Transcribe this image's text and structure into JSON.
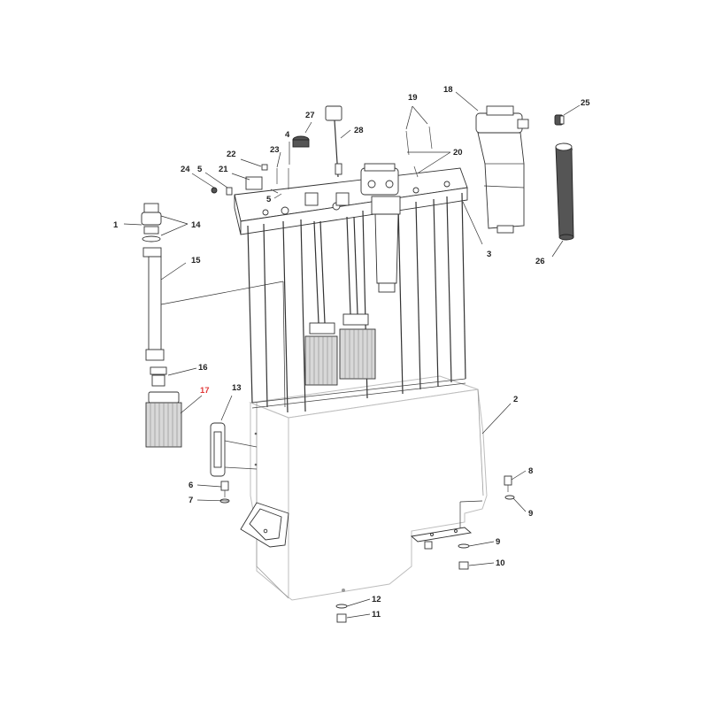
{
  "diagram": {
    "callouts": [
      {
        "id": "c1",
        "text": "1"
      },
      {
        "id": "c2",
        "text": "2"
      },
      {
        "id": "c3",
        "text": "3"
      },
      {
        "id": "c4",
        "text": "4"
      },
      {
        "id": "c5a",
        "text": "5"
      },
      {
        "id": "c5b",
        "text": "5"
      },
      {
        "id": "c6",
        "text": "6"
      },
      {
        "id": "c7",
        "text": "7"
      },
      {
        "id": "c8",
        "text": "8"
      },
      {
        "id": "c9a",
        "text": "9"
      },
      {
        "id": "c9b",
        "text": "9"
      },
      {
        "id": "c10",
        "text": "10"
      },
      {
        "id": "c11",
        "text": "11"
      },
      {
        "id": "c12",
        "text": "12"
      },
      {
        "id": "c13",
        "text": "13"
      },
      {
        "id": "c14",
        "text": "14"
      },
      {
        "id": "c15",
        "text": "15"
      },
      {
        "id": "c16",
        "text": "16"
      },
      {
        "id": "c17",
        "text": "17"
      },
      {
        "id": "c18",
        "text": "18"
      },
      {
        "id": "c19",
        "text": "19"
      },
      {
        "id": "c20",
        "text": "20"
      },
      {
        "id": "c21",
        "text": "21"
      },
      {
        "id": "c22",
        "text": "22"
      },
      {
        "id": "c23",
        "text": "23"
      },
      {
        "id": "c24",
        "text": "24"
      },
      {
        "id": "c25",
        "text": "25"
      },
      {
        "id": "c26",
        "text": "26"
      },
      {
        "id": "c27",
        "text": "27"
      },
      {
        "id": "c28",
        "text": "28"
      }
    ],
    "highlight_color": "#e23a3a",
    "line_color": "#333333"
  }
}
